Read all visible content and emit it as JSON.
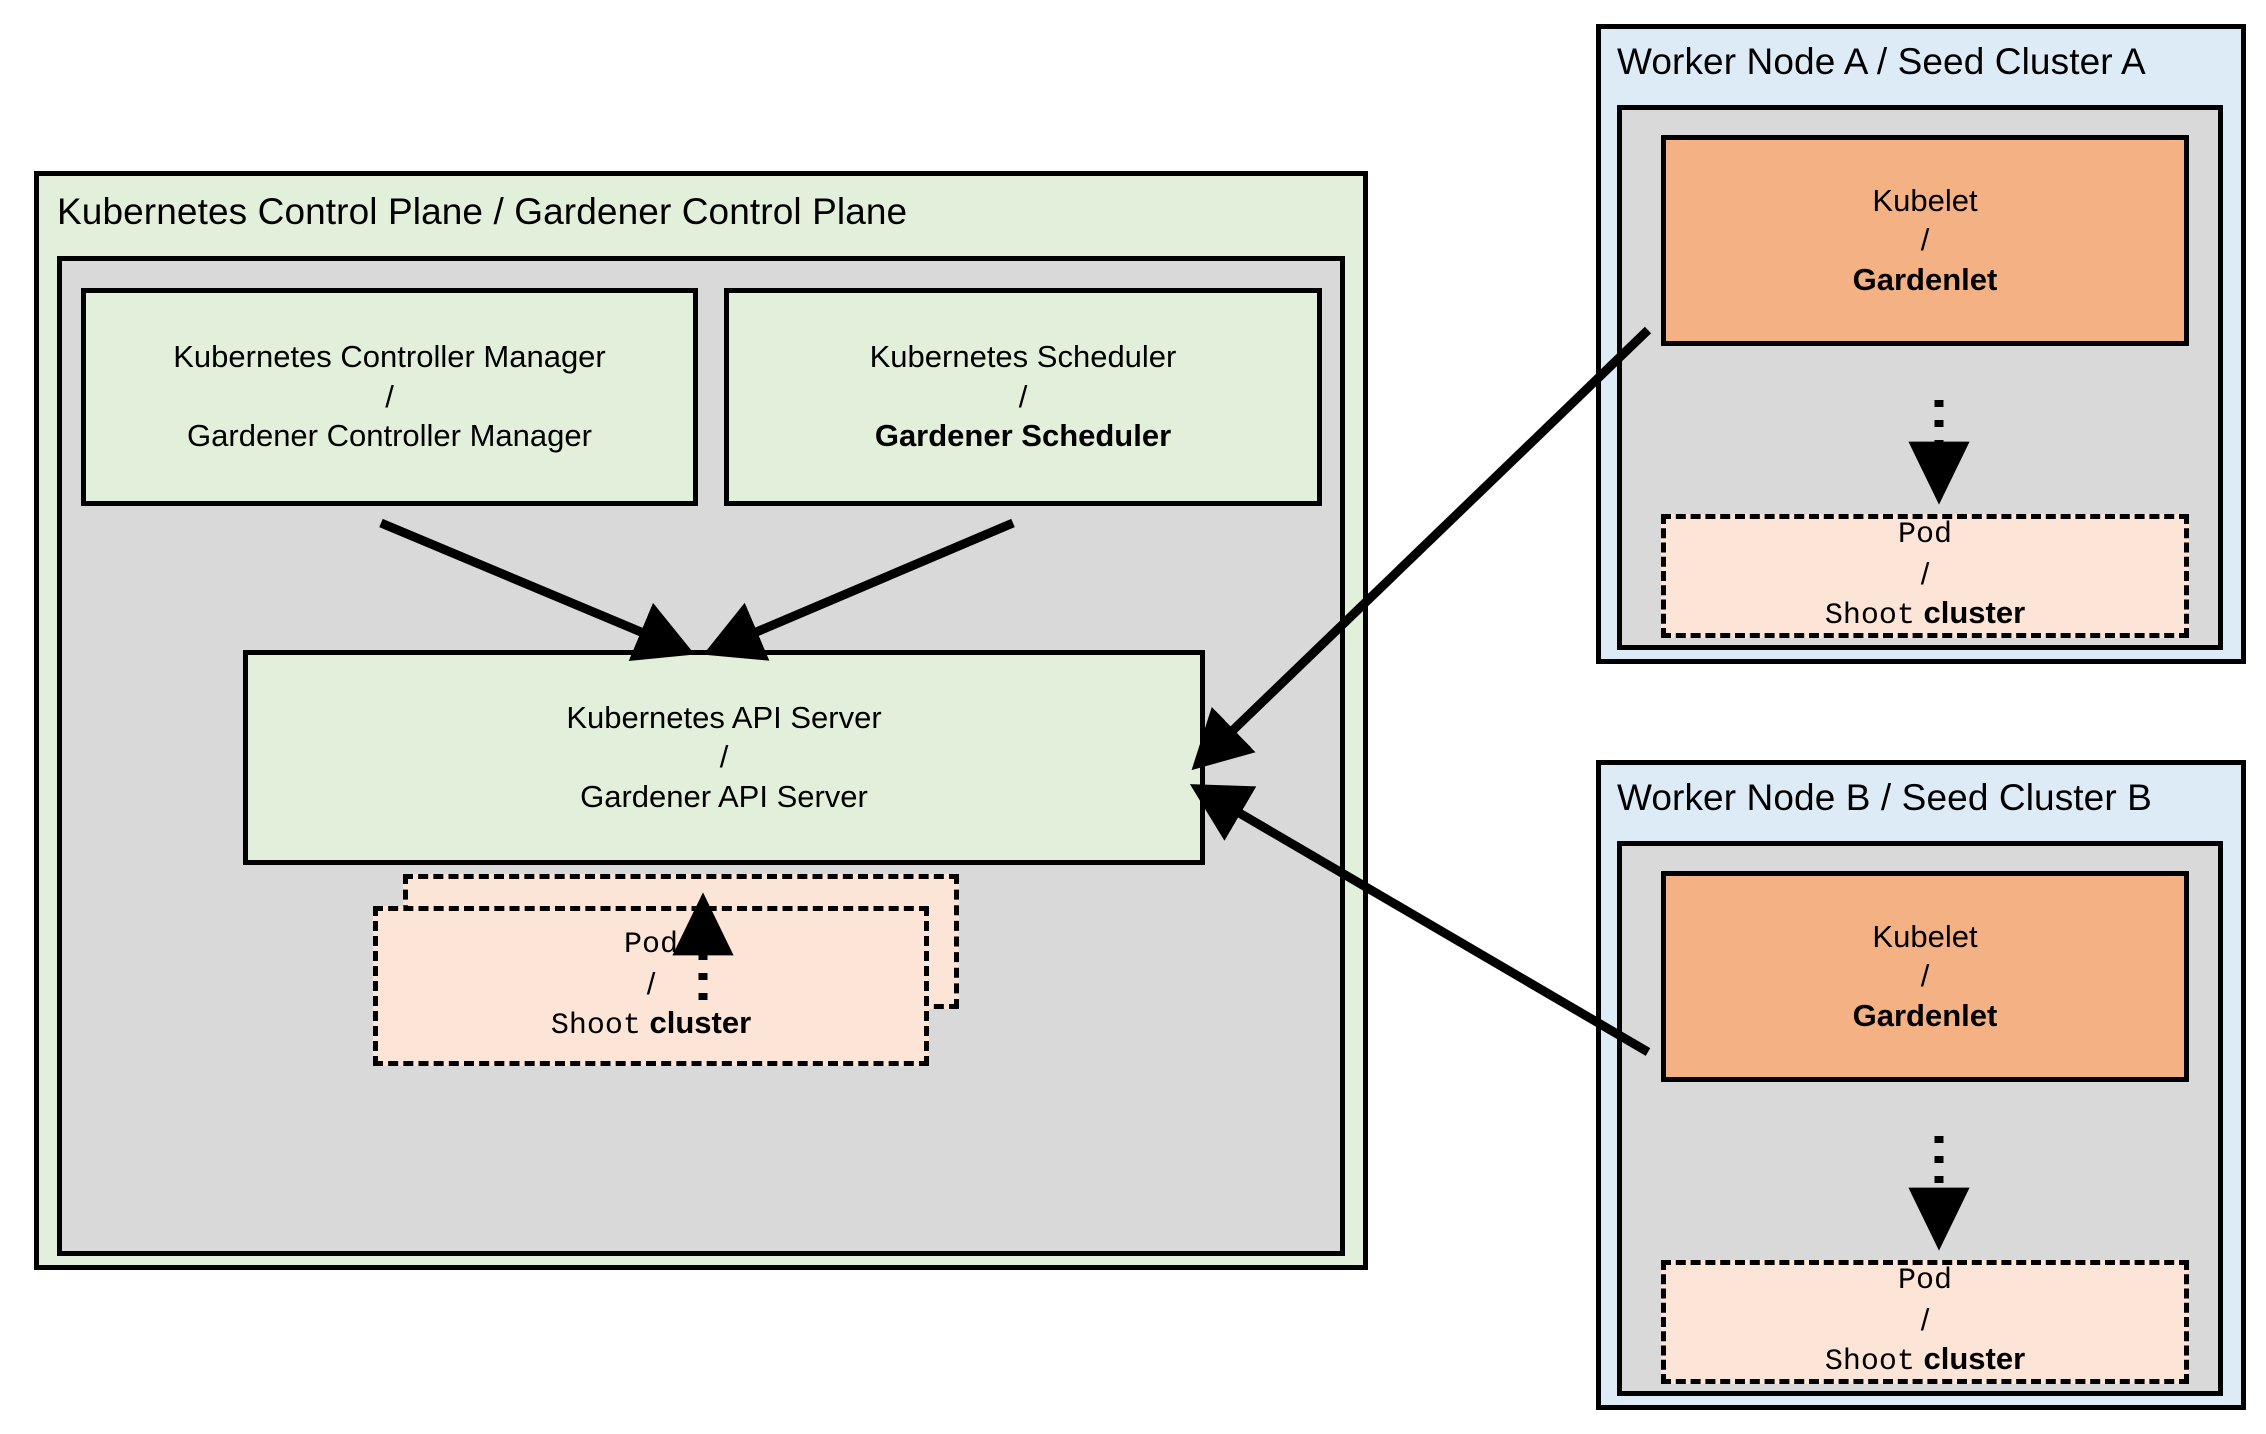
{
  "diagram": {
    "title_left": "Kubernetes Control Plane / Gardener Control Plane",
    "colors": {
      "green_panel": "#e2efda",
      "gray_inner": "#d9d9d9",
      "blue_panel": "#ddebf7",
      "orange_node": "#f4b183",
      "pod_peach": "#fce4d6",
      "stroke": "#000000"
    },
    "separator": "/"
  },
  "control_plane": {
    "title": "Kubernetes Control Plane / Gardener Control Plane",
    "controller_manager": {
      "line1": "Kubernetes Controller Manager",
      "sep": "/",
      "line2": "Gardener Controller Manager"
    },
    "scheduler": {
      "line1": "Kubernetes Scheduler",
      "sep": "/",
      "line2": "Gardener Scheduler"
    },
    "api_server": {
      "line1": "Kubernetes API Server",
      "sep": "/",
      "line2": "Gardener API Server"
    },
    "pod": {
      "line1": "Pod",
      "sep": "/",
      "line2_mono": "Shoot",
      "line2_bold": "cluster"
    }
  },
  "seed_a": {
    "title": "Worker Node A / Seed Cluster A",
    "kubelet": {
      "line1": "Kubelet",
      "sep": "/",
      "line2": "Gardenlet"
    },
    "pod": {
      "line1": "Pod",
      "sep": "/",
      "line2_mono": "Shoot",
      "line2_bold": "cluster"
    }
  },
  "seed_b": {
    "title": "Worker Node B / Seed Cluster B",
    "kubelet": {
      "line1": "Kubelet",
      "sep": "/",
      "line2": "Gardenlet"
    },
    "pod": {
      "line1": "Pod",
      "sep": "/",
      "line2_mono": "Shoot",
      "line2_bold": "cluster"
    }
  }
}
